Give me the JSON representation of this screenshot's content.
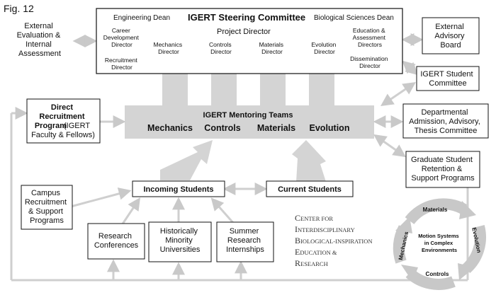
{
  "fig_label": "Fig. 12",
  "steering": {
    "title": "IGERT Steering Committee",
    "engineering_dean": "Engineering Dean",
    "bio_dean": "Biological Sciences Dean",
    "project_director": "Project Director",
    "career_dev": [
      "Career",
      "Development",
      "Director"
    ],
    "recruitment": [
      "Recruitment",
      "Director"
    ],
    "mechanics_dir": [
      "Mechanics",
      "Director"
    ],
    "controls_dir": [
      "Controls",
      "Director"
    ],
    "materials_dir": [
      "Materials",
      "Director"
    ],
    "evolution_dir": [
      "Evolution",
      "Director"
    ],
    "edu_assess": [
      "Education &",
      "Assessment",
      "Directors"
    ],
    "dissemination": [
      "Dissemination",
      "Director"
    ]
  },
  "external_eval": [
    "External",
    "Evaluation &",
    "Internal",
    "Assessment"
  ],
  "external_advisory": [
    "External",
    "Advisory",
    "Board"
  ],
  "igert_student_committee": [
    "IGERT Student",
    "Committee"
  ],
  "departmental": [
    "Departmental",
    "Admission, Advisory,",
    "Thesis Committee"
  ],
  "grad_retention": [
    "Graduate Student",
    "Retention &",
    "Support Programs"
  ],
  "direct_recruitment": {
    "lines": [
      "Direct",
      "Recruitment",
      "Program"
    ],
    "suffix": "(IGERT",
    "last_line": "Faculty & Fellows)"
  },
  "mentoring": {
    "title": "IGERT Mentoring Teams",
    "teams": [
      "Mechanics",
      "Controls",
      "Materials",
      "Evolution"
    ]
  },
  "incoming_students": "Incoming Students",
  "current_students": "Current Students",
  "campus_recruitment": [
    "Campus",
    "Recruitment",
    "& Support",
    "Programs"
  ],
  "research_conferences": [
    "Research",
    "Conferences"
  ],
  "hist_minority": [
    "Historically",
    "Minority",
    "Universities"
  ],
  "summer_research": [
    "Summer",
    "Research",
    "Internships"
  ],
  "center": {
    "lines": [
      {
        "cap": "C",
        "rest": "ENTER FOR"
      },
      {
        "cap": "I",
        "rest": "NTERDISCIPLINARY"
      },
      {
        "cap": "B",
        "rest": "IOLOGICAL-INSPIRATION"
      },
      {
        "cap": "E",
        "rest": "DUCATION &"
      },
      {
        "cap": "R",
        "rest": "ESEARCH"
      }
    ]
  },
  "cycle": {
    "center": [
      "Motion Systems",
      "in Complex",
      "Environments"
    ],
    "materials": "Materials",
    "evolution": "Evolution",
    "controls": "Controls",
    "mechanics": "Mechanics"
  },
  "colors": {
    "arrow_fill": "#d4d4d4",
    "connector": "#cfcfcf",
    "box_stroke": "#111111",
    "text": "#111111"
  }
}
